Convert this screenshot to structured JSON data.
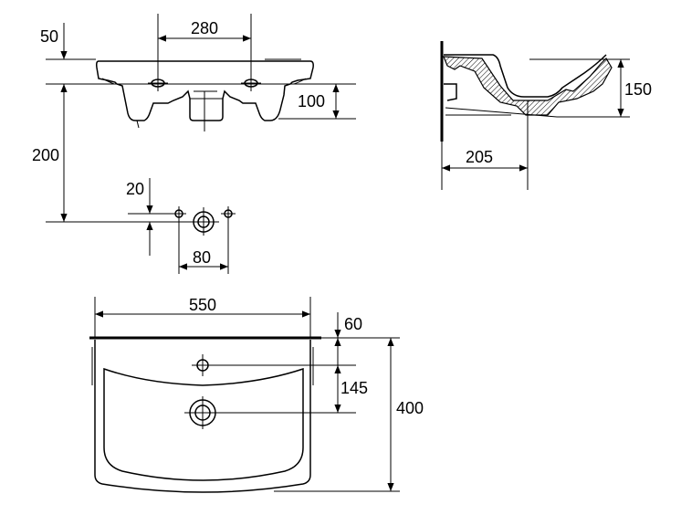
{
  "dimensions": {
    "top_hole_spacing": "280",
    "top_rim_height": "50",
    "top_bowl_depth": "100",
    "top_drain_offset": "200",
    "holes_offset": "20",
    "holes_spacing": "80",
    "side_height": "150",
    "side_depth": "205",
    "plan_width": "550",
    "plan_tap_offset": "60",
    "plan_drain_offset": "145",
    "plan_depth": "400"
  },
  "colors": {
    "line": "#000000",
    "background": "#ffffff"
  }
}
